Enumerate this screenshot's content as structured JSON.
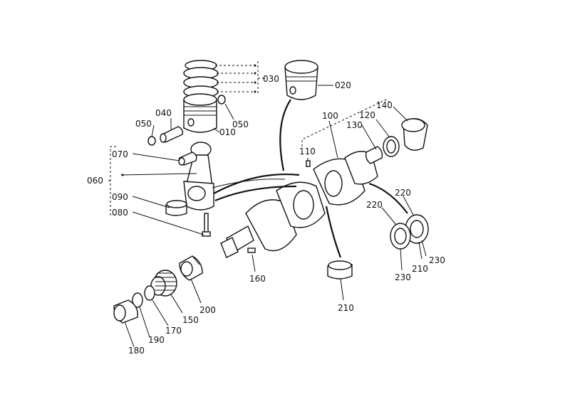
{
  "diagram": {
    "labels": {
      "p010": "010",
      "p020": "020",
      "p030": "030",
      "p040": "040",
      "p050a": "050",
      "p050b": "050",
      "p060": "060",
      "p070": "070",
      "p080": "080",
      "p090": "090",
      "p100": "100",
      "p110": "110",
      "p120": "120",
      "p130": "130",
      "p140": "140",
      "p150": "150",
      "p160": "160",
      "p170": "170",
      "p180": "180",
      "p190": "190",
      "p200": "200",
      "p210a": "210",
      "p210b": "210",
      "p220a": "220",
      "p220b": "220",
      "p230a": "230",
      "p230b": "230"
    }
  }
}
